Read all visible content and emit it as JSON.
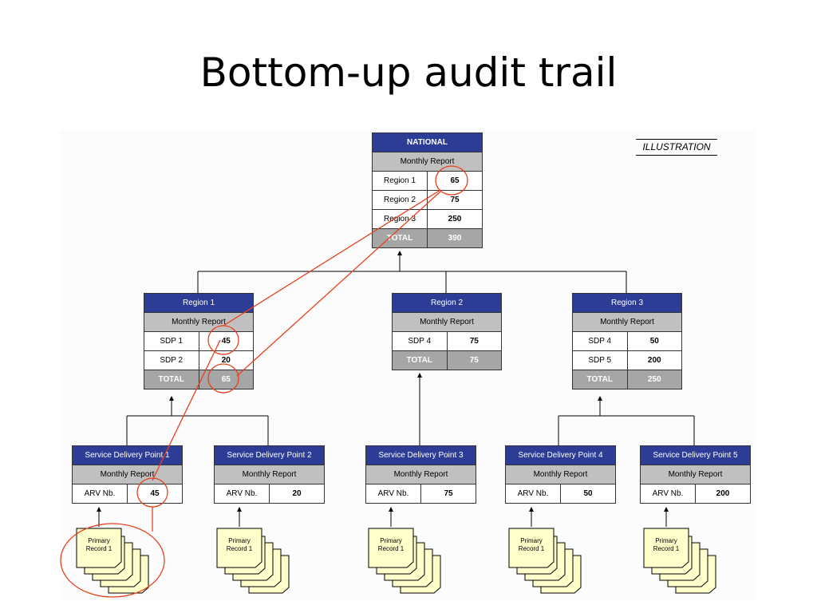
{
  "title": "Bottom-up audit trail",
  "illustration_label": "ILLUSTRATION",
  "national": {
    "header": "NATIONAL",
    "subheader": "Monthly Report",
    "rows": [
      {
        "label": "Region 1",
        "value": "65"
      },
      {
        "label": "Region 2",
        "value": "75"
      },
      {
        "label": "Region 3",
        "value": "250"
      }
    ],
    "total": {
      "label": "TOTAL",
      "value": "390"
    }
  },
  "regions": [
    {
      "header": "Region 1",
      "subheader": "Monthly Report",
      "rows": [
        {
          "label": "SDP 1",
          "value": "45"
        },
        {
          "label": "SDP 2",
          "value": "20"
        }
      ],
      "total": {
        "label": "TOTAL",
        "value": "65"
      }
    },
    {
      "header": "Region 2",
      "subheader": "Monthly Report",
      "rows": [
        {
          "label": "SDP 4",
          "value": "75"
        }
      ],
      "total": {
        "label": "TOTAL",
        "value": "75"
      }
    },
    {
      "header": "Region 3",
      "subheader": "Monthly Report",
      "rows": [
        {
          "label": "SDP 4",
          "value": "50"
        },
        {
          "label": "SDP 5",
          "value": "200"
        }
      ],
      "total": {
        "label": "TOTAL",
        "value": "250"
      }
    }
  ],
  "sdps": [
    {
      "header": "Service Delivery Point 1",
      "subheader": "Monthly Report",
      "label": "ARV Nb.",
      "value": "45"
    },
    {
      "header": "Service Delivery Point 2",
      "subheader": "Monthly Report",
      "label": "ARV Nb.",
      "value": "20"
    },
    {
      "header": "Service Delivery Point 3",
      "subheader": "Monthly Report",
      "label": "ARV Nb.",
      "value": "75"
    },
    {
      "header": "Service Delivery Point 4",
      "subheader": "Monthly Report",
      "label": "ARV Nb.",
      "value": "50"
    },
    {
      "header": "Service Delivery Point 5",
      "subheader": "Monthly Report",
      "label": "ARV Nb.",
      "value": "200"
    }
  ],
  "primary_record": {
    "line1": "Primary",
    "line2": "Record 1"
  },
  "colors": {
    "header_blue": "#2d3d96",
    "subheader_grey": "#c0c0c0",
    "total_grey": "#a6a6a6",
    "trail_red": "#e8401c",
    "record_yellow": "#ffffcc"
  }
}
